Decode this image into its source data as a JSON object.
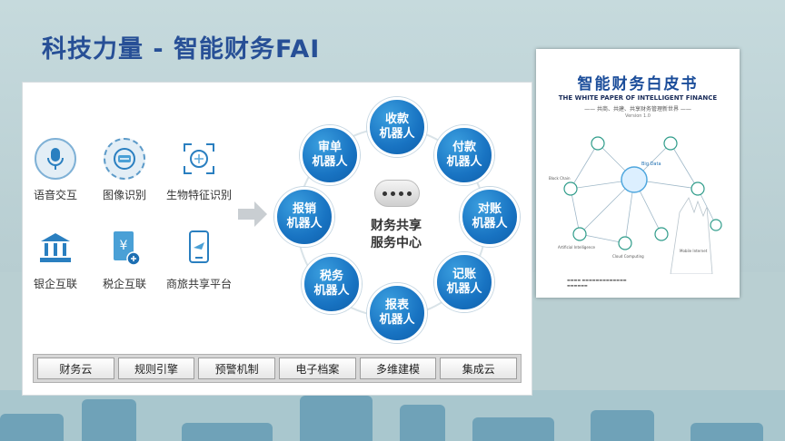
{
  "slide": {
    "title": "科技力量 - 智能财务FAI"
  },
  "features": [
    {
      "label": "语音交互",
      "icon": "microphone-icon"
    },
    {
      "label": "图像识别",
      "icon": "image-recognition-icon"
    },
    {
      "label": "生物特征识别",
      "icon": "biometric-icon"
    },
    {
      "label": "银企互联",
      "icon": "bank-icon"
    },
    {
      "label": "税企互联",
      "icon": "tax-document-icon"
    },
    {
      "label": "商旅共享平台",
      "icon": "travel-platform-icon"
    }
  ],
  "center": {
    "line1": "财务共享",
    "line2": "服务中心"
  },
  "robots": [
    {
      "line1": "收款",
      "line2": "机器人"
    },
    {
      "line1": "付款",
      "line2": "机器人"
    },
    {
      "line1": "对账",
      "line2": "机器人"
    },
    {
      "line1": "记账",
      "line2": "机器人"
    },
    {
      "line1": "报表",
      "line2": "机器人"
    },
    {
      "line1": "税务",
      "line2": "机器人"
    },
    {
      "line1": "报销",
      "line2": "机器人"
    },
    {
      "line1": "审单",
      "line2": "机器人"
    }
  ],
  "toolbar": [
    "财务云",
    "规则引擎",
    "预警机制",
    "电子档案",
    "多维建模",
    "集成云"
  ],
  "book": {
    "title": "智能财务白皮书",
    "title_en": "THE WHITE PAPER OF INTELLIGENT FINANCE",
    "subtitle": "—— 共商、共建、共享财务管理新世界 ——",
    "version": "Version 1.0",
    "net_labels": [
      "Big Data",
      "Block Chain",
      "Mobile Internet",
      "Cloud Computing",
      "Artificial Intelligence"
    ]
  },
  "colors": {
    "title": "#274f96",
    "robot": "#1873c2",
    "book_title": "#1b4d9a"
  }
}
